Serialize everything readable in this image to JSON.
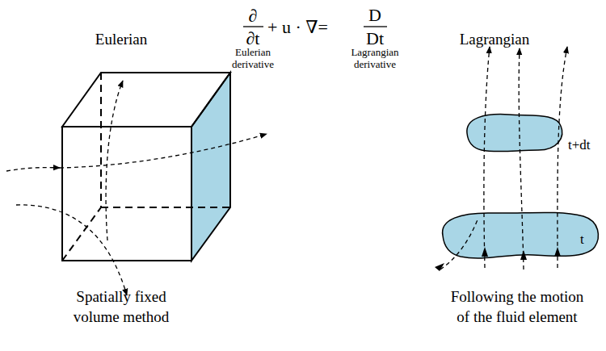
{
  "diagram": {
    "labels": [
      "Eulerian",
      "∂",
      "∂t",
      "+ u · ∇=",
      "D",
      "Dt",
      "Eulerian derivative",
      "Lagrangian derivative",
      "Lagrangian",
      "t+dt",
      "t",
      "Spatially fixed volume method",
      "Following the motion of the fluid element"
    ]
  }
}
